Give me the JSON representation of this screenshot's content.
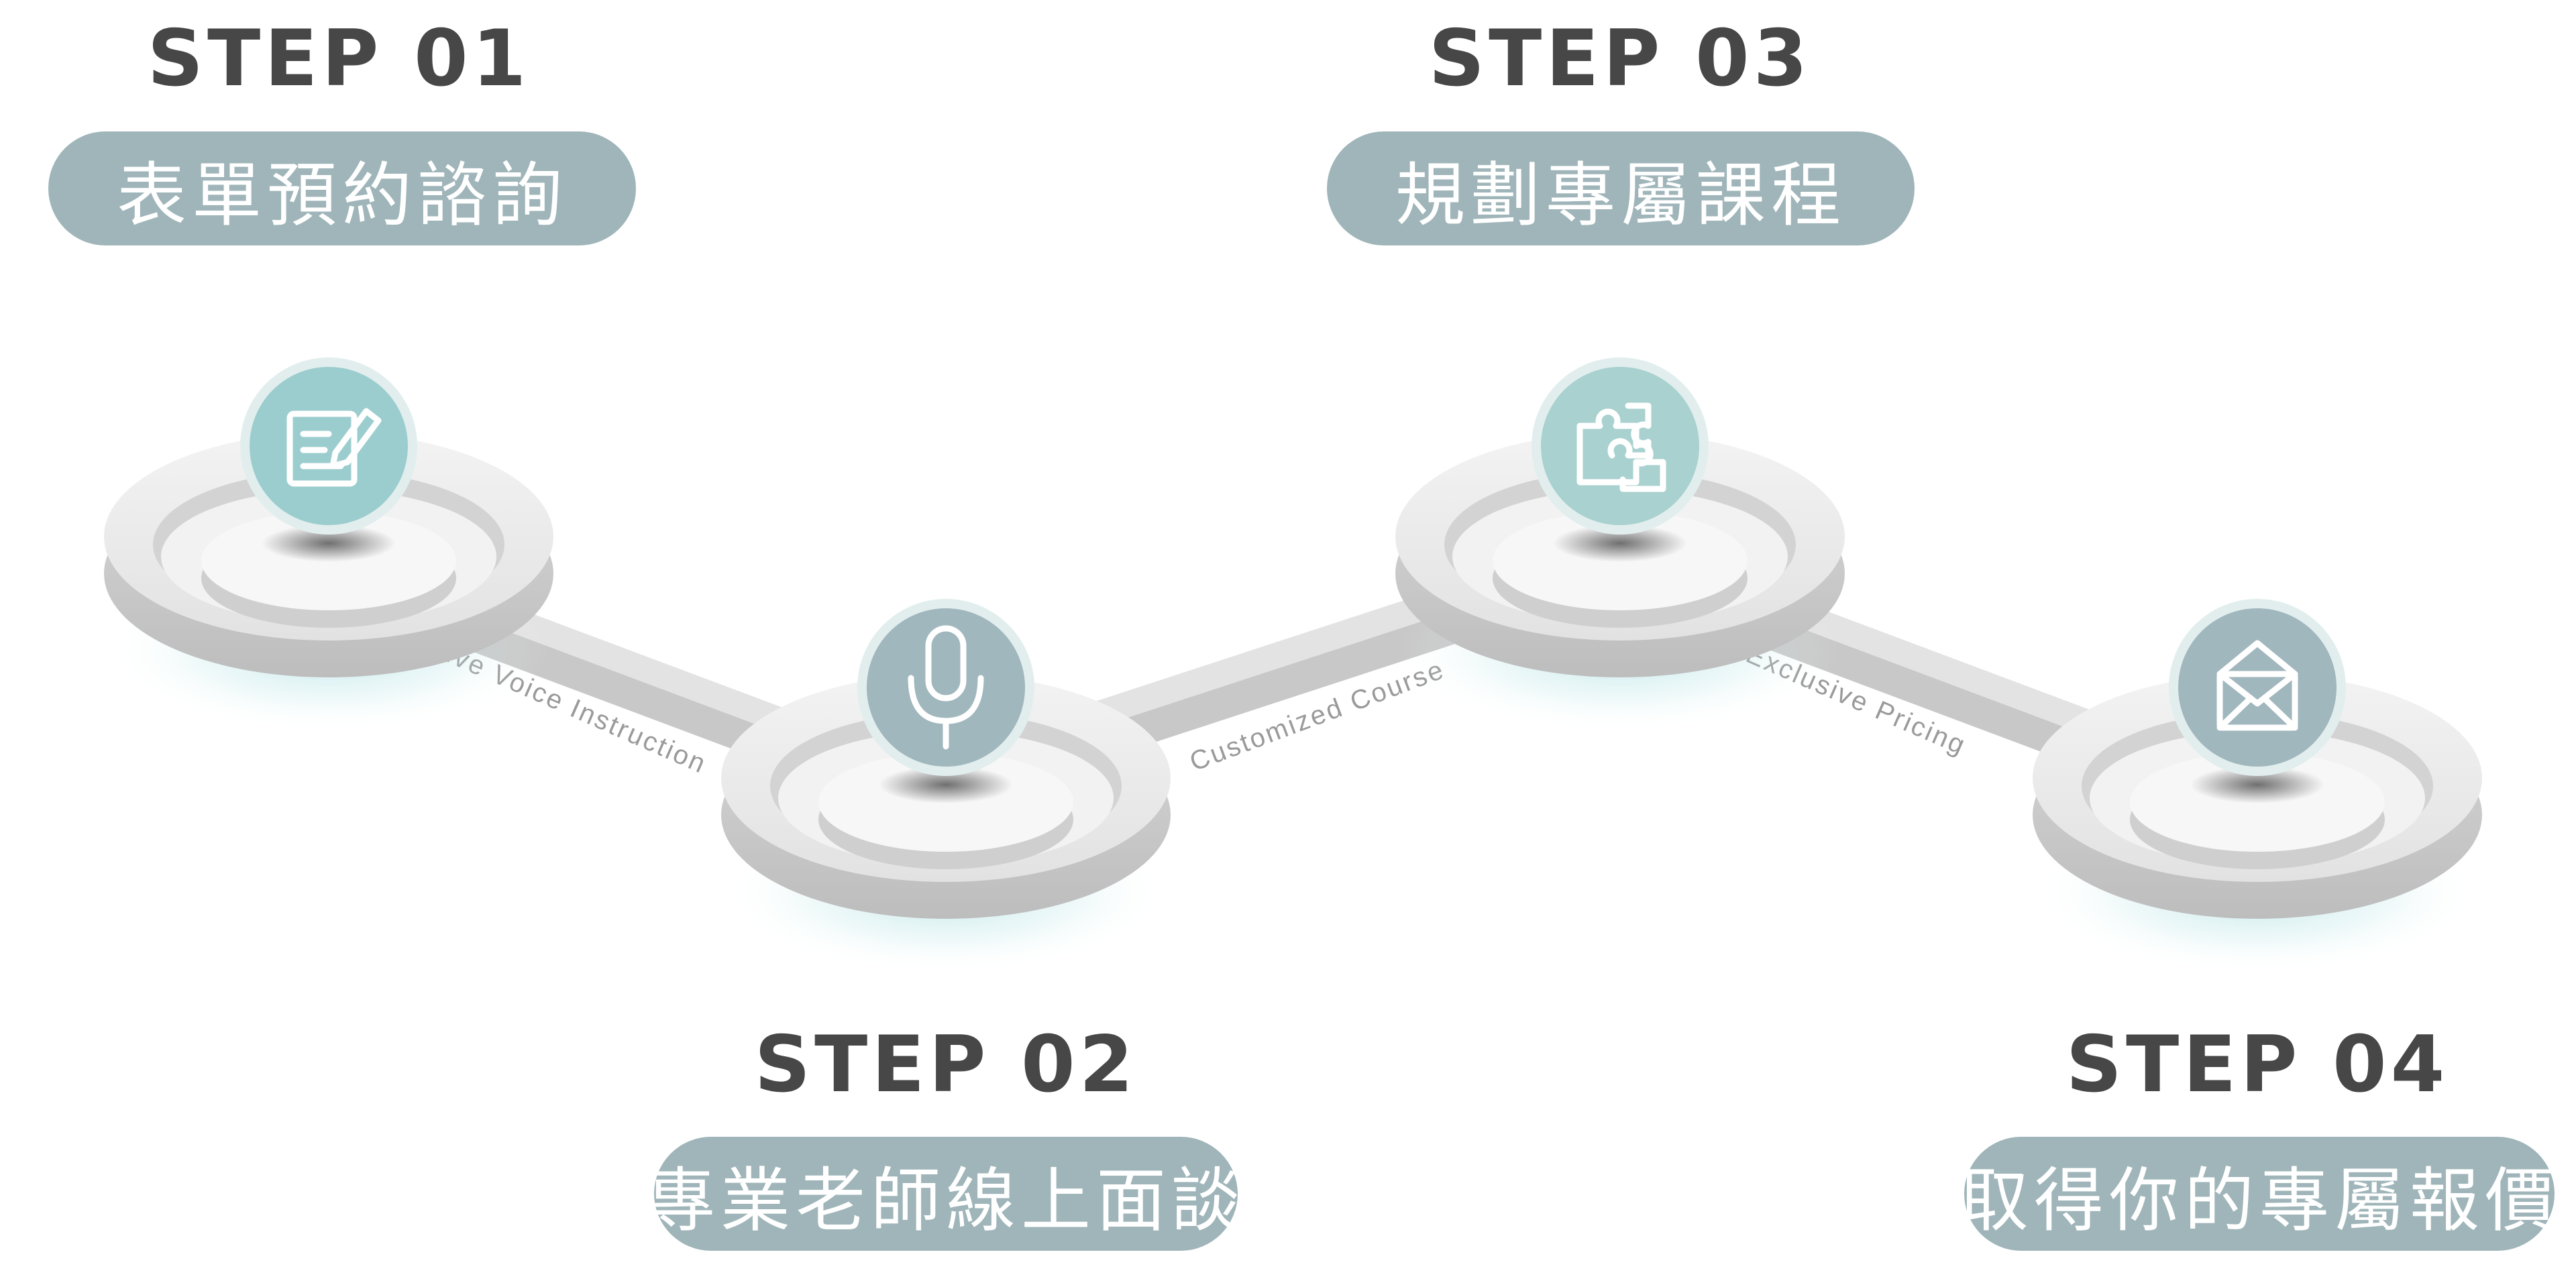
{
  "steps": [
    {
      "label": "STEP 01",
      "title": "表單預約諮詢",
      "icon": "form-edit-icon"
    },
    {
      "label": "STEP 02",
      "title": "專業老師線上面談",
      "icon": "microphone-icon"
    },
    {
      "label": "STEP 03",
      "title": "規劃專屬課程",
      "icon": "puzzle-icon"
    },
    {
      "label": "STEP 04",
      "title": "取得你的專屬報價",
      "icon": "envelope-icon"
    }
  ],
  "connectors": [
    "Live Voice Instruction",
    "Customized Course",
    "Exclusive Pricing"
  ],
  "colors": {
    "pill_bg": "#9fb5b9",
    "heading": "#474747",
    "icon_teal": "#9ccdce",
    "icon_gray": "#a0b7bd",
    "icon_green": "#a8d1cf",
    "platform": "#e6e6e6",
    "connector": "#dcdcdc",
    "label_text": "#9a9a9a"
  }
}
